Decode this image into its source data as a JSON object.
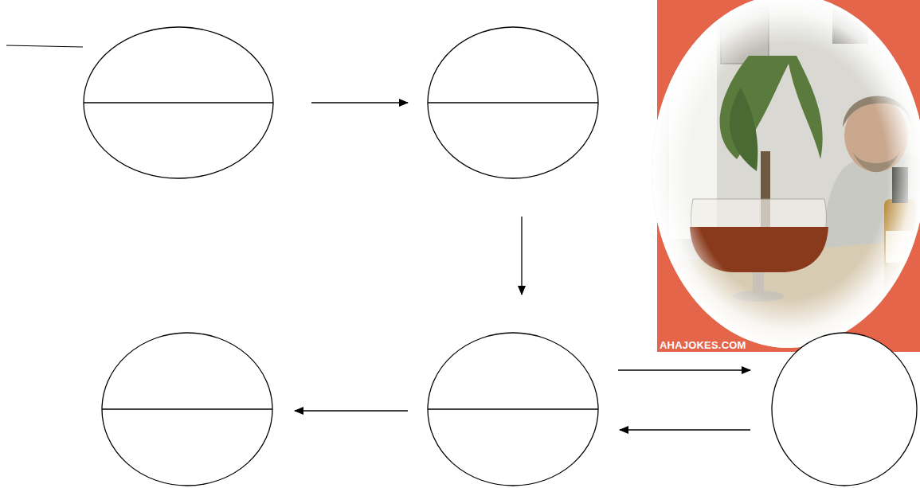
{
  "diagram": {
    "nodes": [
      {
        "text": []
      },
      {
        "text": []
      },
      {
        "text": []
      },
      {
        "text": []
      },
      {
        "text": []
      }
    ],
    "edges": [
      {
        "from": 0,
        "to": 1,
        "arrow": "to"
      },
      {
        "from": 1,
        "to": 2,
        "arrow": "to"
      },
      {
        "from": 2,
        "to": 3,
        "arrow": "to"
      },
      {
        "from": 2,
        "to": 4,
        "arrow": "to"
      },
      {
        "from": 4,
        "to": 2,
        "arrow": "to"
      }
    ],
    "labels": [
      "AHAJOKES.COM"
    ]
  }
}
